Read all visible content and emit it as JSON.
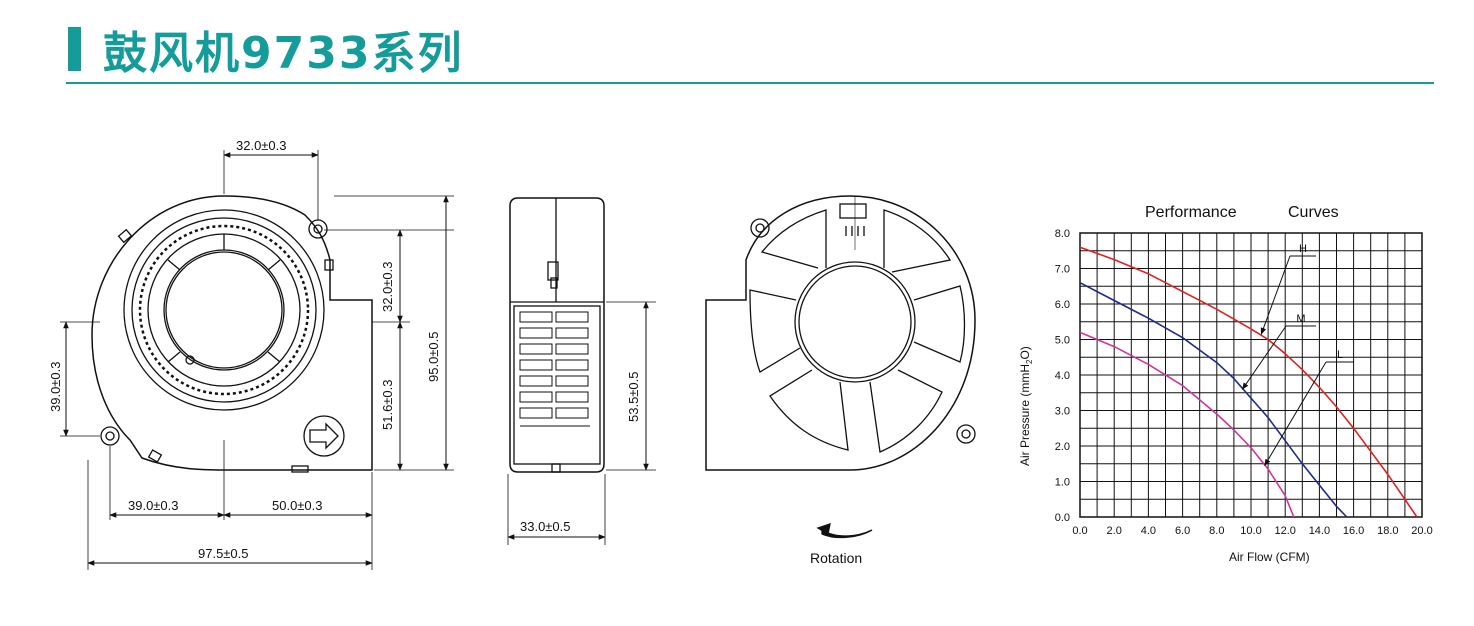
{
  "header": {
    "title": "鼓风机9733系列",
    "accent_color": "#139c9a"
  },
  "front_view": {
    "dims": {
      "outlet_width": "32.0±0.3",
      "upper_height": "32.0±0.3",
      "lower_height": "51.6±0.3",
      "total_height": "95.0±0.5",
      "left_hole": "39.0±0.3",
      "bottom_left": "39.0±0.3",
      "bottom_right": "50.0±0.3",
      "total_width": "97.5±0.5"
    }
  },
  "side_view": {
    "dims": {
      "outlet_height": "53.5±0.5",
      "thickness": "33.0±0.5"
    }
  },
  "rear_view": {
    "rotation_label": "Rotation"
  },
  "chart_data": {
    "type": "line",
    "title_words": [
      "Performance",
      "Curves"
    ],
    "xlabel": "Air Flow (CFM)",
    "ylabel_main": "Air Pressure (mmH",
    "ylabel_sub": "2",
    "ylabel_end": "O)",
    "x_ticks": [
      "0.0",
      "2.0",
      "4.0",
      "6.0",
      "8.0",
      "10.0",
      "12.0",
      "14.0",
      "16.0",
      "18.0",
      "20.0"
    ],
    "y_ticks": [
      "0.0",
      "1.0",
      "2.0",
      "3.0",
      "4.0",
      "5.0",
      "6.0",
      "7.0",
      "8.0"
    ],
    "xlim": [
      0,
      20
    ],
    "ylim": [
      0,
      8
    ],
    "grid": true,
    "series": [
      {
        "name": "H",
        "color": "#e0201f",
        "x": [
          0,
          2,
          4,
          6,
          8,
          10,
          11,
          12,
          13,
          14,
          15,
          16,
          17,
          18,
          19,
          19.7
        ],
        "y": [
          7.6,
          7.25,
          6.85,
          6.35,
          5.85,
          5.3,
          5.0,
          4.6,
          4.15,
          3.65,
          3.1,
          2.5,
          1.85,
          1.2,
          0.5,
          0.0
        ]
      },
      {
        "name": "M",
        "color": "#1c2a8c",
        "x": [
          0,
          2,
          4,
          6,
          7,
          8,
          9,
          10,
          11,
          12,
          13,
          14,
          15,
          15.6
        ],
        "y": [
          6.6,
          6.1,
          5.6,
          5.05,
          4.7,
          4.35,
          3.9,
          3.35,
          2.8,
          2.15,
          1.5,
          0.9,
          0.3,
          0.0
        ]
      },
      {
        "name": "L",
        "color": "#d0359a",
        "x": [
          0,
          2,
          4,
          6,
          7,
          8,
          9,
          10,
          11,
          12,
          12.5
        ],
        "y": [
          5.2,
          4.8,
          4.3,
          3.7,
          3.3,
          2.9,
          2.45,
          1.95,
          1.35,
          0.6,
          0.0
        ]
      }
    ]
  }
}
